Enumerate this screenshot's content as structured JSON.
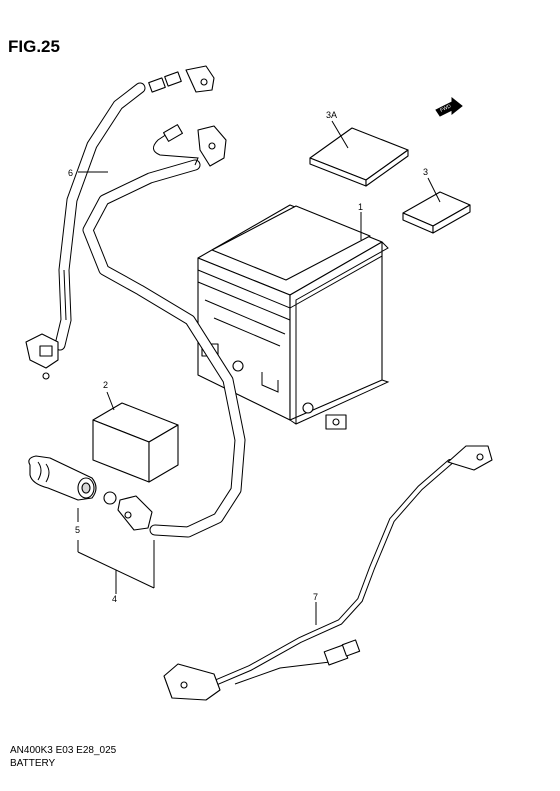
{
  "figure": {
    "title": "FIG.25"
  },
  "callouts": {
    "c1": "1",
    "c2": "2",
    "c3": "3",
    "c3a": "3A",
    "c4": "4",
    "c5": "5",
    "c6": "6",
    "c7": "7"
  },
  "fwd_badge": "FWD",
  "footer": {
    "code": "AN400K3 E03 E28_025",
    "caption": "BATTERY"
  }
}
